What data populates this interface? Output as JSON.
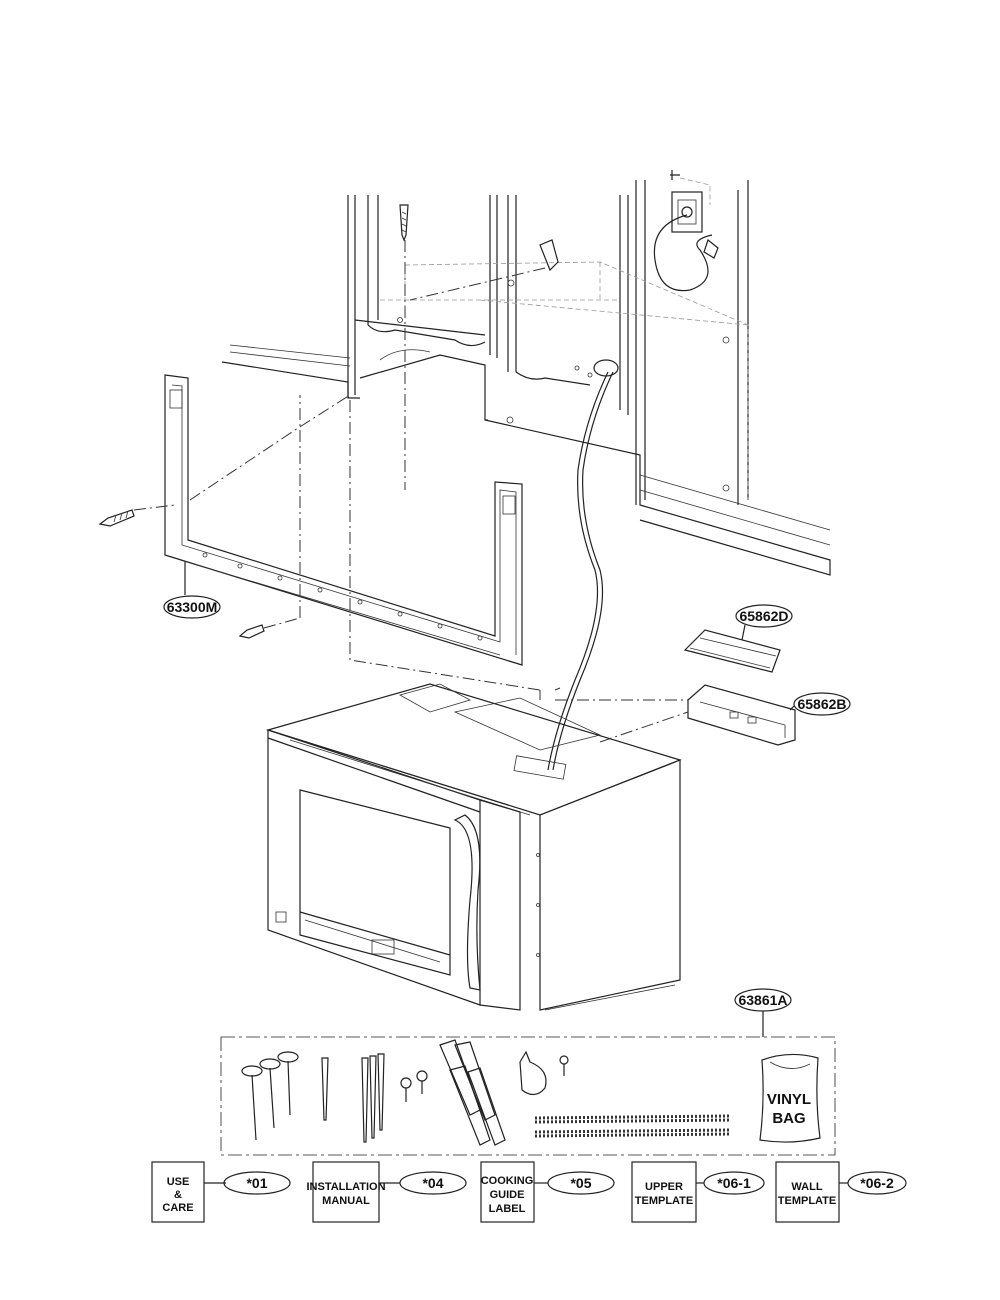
{
  "parts": [
    {
      "id": "label-63300M",
      "text": "63300M"
    },
    {
      "id": "label-65862D",
      "text": "65862D"
    },
    {
      "id": "label-65862B",
      "text": "65862B"
    },
    {
      "id": "label-63861A",
      "text": "63861A"
    }
  ],
  "kit": {
    "vinyl_bag_line1": "VINYL",
    "vinyl_bag_line2": "BAG"
  },
  "documents": [
    {
      "lines": [
        "USE",
        "&",
        "CARE"
      ],
      "code": "*01"
    },
    {
      "lines": [
        "INSTALLATION",
        "MANUAL"
      ],
      "code": "*04"
    },
    {
      "lines": [
        "COOKING",
        "GUIDE",
        "LABEL"
      ],
      "code": "*05"
    },
    {
      "lines": [
        "UPPER",
        "TEMPLATE"
      ],
      "code": "*06-1"
    },
    {
      "lines": [
        "WALL",
        "TEMPLATE"
      ],
      "code": "*06-2"
    }
  ]
}
